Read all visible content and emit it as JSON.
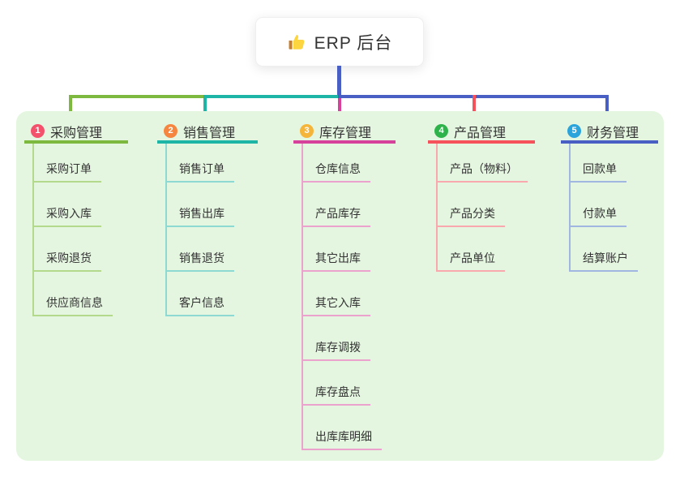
{
  "root": {
    "label": "ERP 后台",
    "icon": "thumbs-up",
    "icon_color": "#fcd53f",
    "icon_accent": "#c9802e"
  },
  "colors": {
    "page_bg": "#ffffff",
    "panel_bg": "#e4f6e0",
    "node_text": "#333333",
    "root_node_bg": "#ffffff",
    "root_connector": "#4a5fc4"
  },
  "branches": [
    {
      "index": "1",
      "title": "采购管理",
      "badge_color": "#f4516c",
      "line_color": "#7cb93e",
      "child_line_color": "#b2d98c",
      "children": [
        "采购订单",
        "采购入库",
        "采购退货",
        "供应商信息"
      ]
    },
    {
      "index": "2",
      "title": "销售管理",
      "badge_color": "#f6863f",
      "line_color": "#1db5a5",
      "child_line_color": "#8ed9d1",
      "children": [
        "销售订单",
        "销售出库",
        "销售退货",
        "客户信息"
      ]
    },
    {
      "index": "3",
      "title": "库存管理",
      "badge_color": "#f5b53b",
      "line_color": "#d6429b",
      "child_line_color": "#eba3cd",
      "children": [
        "仓库信息",
        "产品库存",
        "其它出库",
        "其它入库",
        "库存调拨",
        "库存盘点",
        "出库库明细"
      ]
    },
    {
      "index": "4",
      "title": "产品管理",
      "badge_color": "#2eb34b",
      "line_color": "#f5525c",
      "child_line_color": "#f9a8ad",
      "children": [
        "产品（物料）",
        "产品分类",
        "产品单位"
      ]
    },
    {
      "index": "5",
      "title": "财务管理",
      "badge_color": "#2ba4dc",
      "line_color": "#4a5fc4",
      "child_line_color": "#a2b6e2",
      "children": [
        "回款单",
        "付款单",
        "结算账户"
      ]
    }
  ]
}
